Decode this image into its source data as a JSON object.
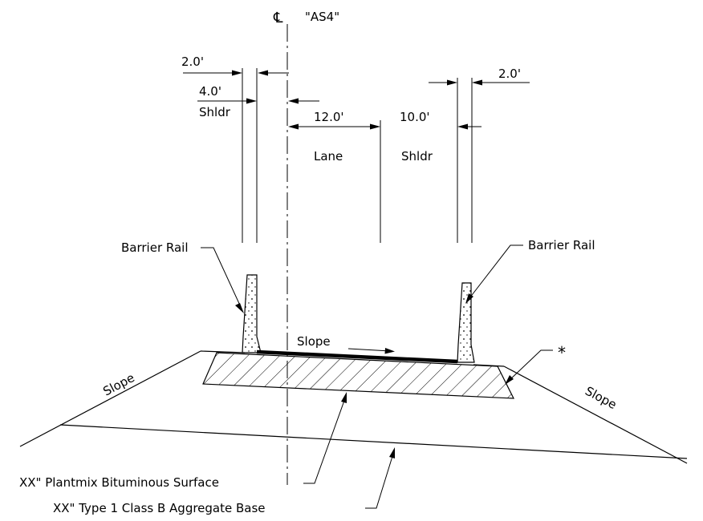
{
  "centerline": {
    "symbol": "℄",
    "label": "\"AS4\""
  },
  "dimensions": {
    "left_top": "2.0'",
    "left_shldr_width": "4.0'",
    "left_shldr_label": "Shldr",
    "lane_width": "12.0'",
    "lane_label": "Lane",
    "right_shldr_width": "10.0'",
    "right_shldr_label": "Shldr",
    "right_top": "2.0'"
  },
  "callouts": {
    "barrier_rail_left": "Barrier Rail",
    "barrier_rail_right": "Barrier Rail",
    "slope_surface": "Slope",
    "slope_left": "Slope",
    "slope_right": "Slope",
    "asterisk": "*",
    "surface": "XX\" Plantmix Bituminous Surface",
    "base": "XX\" Type 1 Class B Aggregate Base"
  },
  "colors": {
    "line": "#000000",
    "background": "#ffffff"
  }
}
